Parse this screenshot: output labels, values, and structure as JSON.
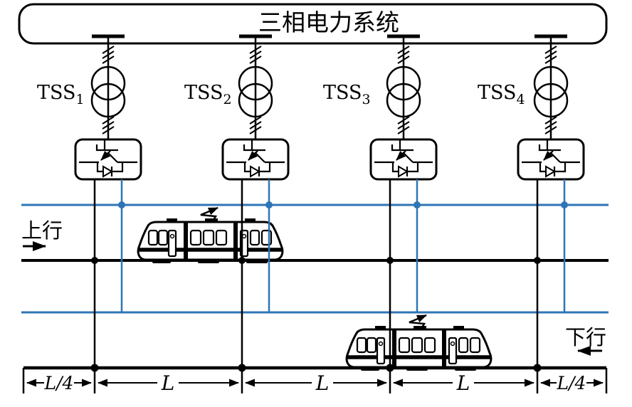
{
  "title": "三相电力系统",
  "colors": {
    "line_black": "#000000",
    "catenary_blue": "#2e75b6"
  },
  "substations": [
    {
      "name": "TSS",
      "sub": "1"
    },
    {
      "name": "TSS",
      "sub": "2"
    },
    {
      "name": "TSS",
      "sub": "3"
    },
    {
      "name": "TSS",
      "sub": "4"
    }
  ],
  "directions": {
    "up": {
      "label": "上行"
    },
    "down": {
      "label": "下行"
    }
  },
  "dimensions": {
    "segments": [
      {
        "label": "L/4"
      },
      {
        "label": "L"
      },
      {
        "label": "L"
      },
      {
        "label": "L"
      },
      {
        "label": "L/4"
      }
    ]
  }
}
